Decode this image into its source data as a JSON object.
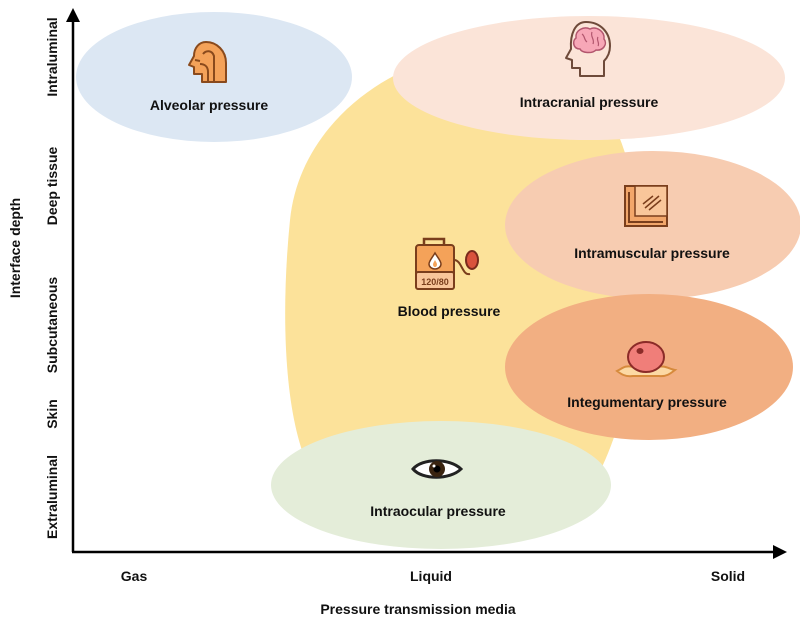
{
  "axes": {
    "y_title": "Interface depth",
    "x_title": "Pressure transmission media",
    "y_ticks": [
      "Intraluminal",
      "Deep tissue",
      "Subcutaneous",
      "Skin",
      "Extraluminal"
    ],
    "x_ticks": [
      "Gas",
      "Liquid",
      "Solid"
    ]
  },
  "regions": {
    "blood": {
      "label": "Blood pressure",
      "icon": "blood-pressure-monitor-icon",
      "gauge_text": "120/80",
      "color": "#FCE29A"
    },
    "alveolar": {
      "label": "Alveolar pressure",
      "icon": "head-airway-icon",
      "color": "#DCE7F3"
    },
    "intracranial": {
      "label": "Intracranial pressure",
      "icon": "brain-head-icon",
      "color": "#FBE4D8"
    },
    "intramuscular": {
      "label": "Intramuscular pressure",
      "icon": "muscle-tissue-icon",
      "color": "#F7CCB1"
    },
    "integumentary": {
      "label": "Integumentary pressure",
      "icon": "skin-cell-icon",
      "color": "#F2AF82"
    },
    "intraocular": {
      "label": "Intraocular pressure",
      "icon": "eye-icon",
      "color": "#E4EDD9"
    }
  }
}
